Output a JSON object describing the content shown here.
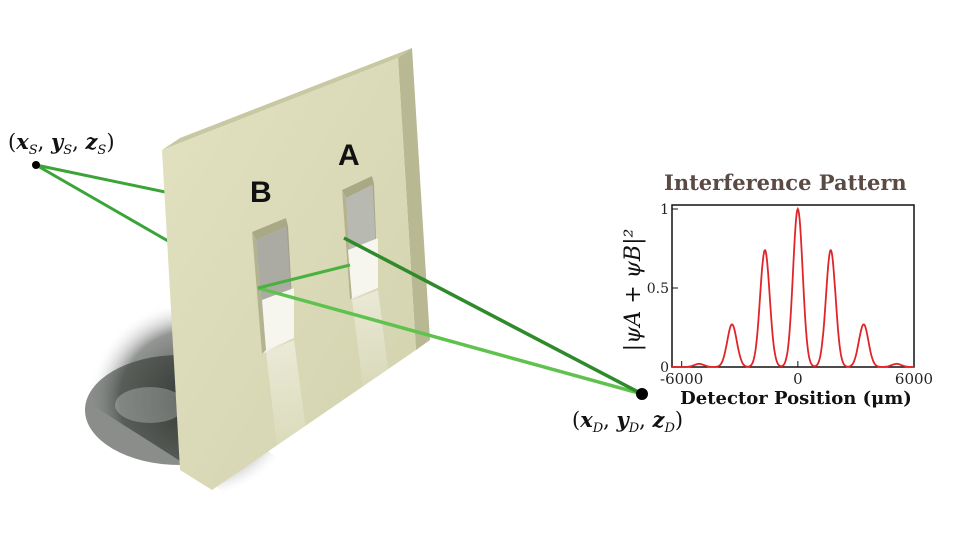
{
  "source_label": "(x_S, y_S, z_S)",
  "source_parts": {
    "x": "x",
    "xs": "S",
    "y": "y",
    "ys": "S",
    "z": "z",
    "zs": "S"
  },
  "detector_parts": {
    "x": "x",
    "xs": "D",
    "y": "y",
    "ys": "D",
    "z": "z",
    "zs": "D"
  },
  "slit_a_label": "A",
  "slit_b_label": "B",
  "colors": {
    "screen_face": "#d8d8b4",
    "screen_edge": "#b9b993",
    "beam": "#5fc24e",
    "beam_dark": "#2f8a2c",
    "curve": "#e0252a"
  },
  "chart_data": {
    "type": "line",
    "title": "Interference Pattern",
    "xlabel": "Detector Position (μm)",
    "ylabel": "|ψA + ψB|²",
    "xlim": [
      -6500,
      6000
    ],
    "ylim": [
      0,
      1
    ],
    "xticks": [
      -6000,
      0,
      6000
    ],
    "xtick_labels": [
      "-6000",
      "0",
      "6000"
    ],
    "yticks": [
      0,
      0.5,
      1
    ],
    "ytick_labels": [
      "0",
      "0.5",
      "1"
    ],
    "peaks": [
      {
        "x": 0,
        "y": 1.0
      },
      {
        "x": -1700,
        "y": 0.74
      },
      {
        "x": 1700,
        "y": 0.74
      },
      {
        "x": -3400,
        "y": 0.27
      },
      {
        "x": 3400,
        "y": 0.27
      },
      {
        "x": -5100,
        "y": 0.02
      },
      {
        "x": 5100,
        "y": 0.02
      }
    ],
    "grid": false
  }
}
